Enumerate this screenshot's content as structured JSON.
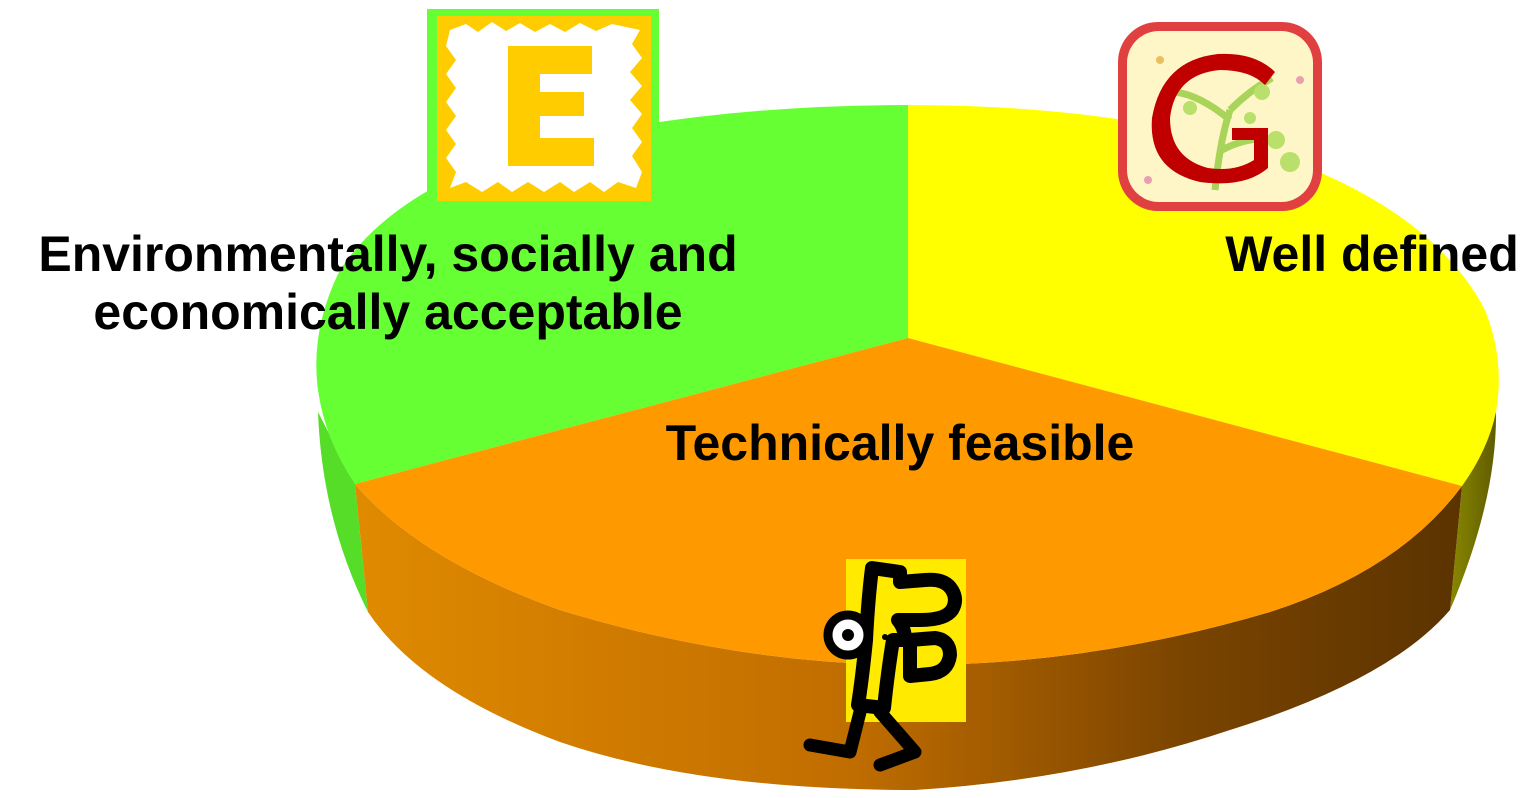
{
  "chart_data": {
    "type": "pie",
    "style": "3d-exploded-perspective",
    "title": "",
    "legend": "none",
    "slices": [
      {
        "label_lines": [
          "Environmentally, socially and",
          "economically acceptable"
        ],
        "value": 0.333,
        "color": "#66ff33",
        "side_color": "#55dd28",
        "icon": "letter-e-clipart-icon"
      },
      {
        "label_lines": [
          "Well defined"
        ],
        "value": 0.333,
        "color": "#ffff00",
        "side_color": "#707000",
        "icon": "letter-g-clipart-icon"
      },
      {
        "label_lines": [
          "Technically feasible"
        ],
        "value": 0.334,
        "color": "#ff9900",
        "side_color": "#d98000",
        "icon": "letter-f-clipart-icon"
      }
    ]
  },
  "colors": {
    "edge_dark": "#6b3a00",
    "background": "#ffffff"
  }
}
